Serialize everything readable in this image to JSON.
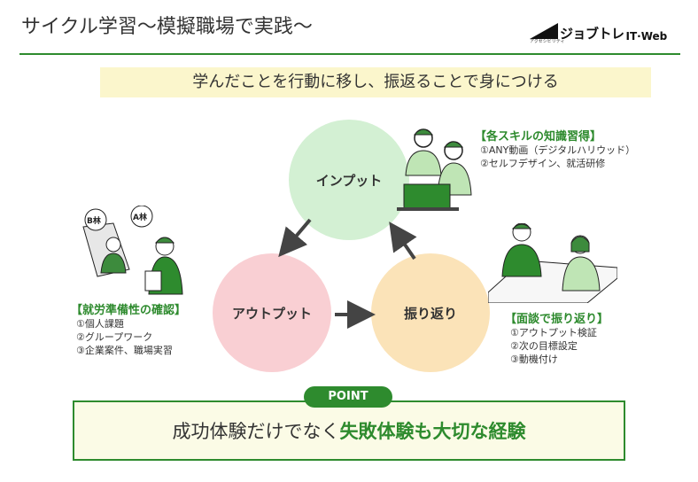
{
  "header": {
    "title": "サイクル学習〜模擬職場で実践〜",
    "logo_text": "ジョブトレ",
    "logo_suffix": "IT·Web",
    "logo_sub": "アクセシビリティ"
  },
  "banner": "学んだことを行動に移し、振返ることで身につける",
  "cycle": {
    "input": "インプット",
    "output": "アウトプット",
    "reflect": "振り返り"
  },
  "input_box": {
    "title": "【各スキルの知識習得】",
    "items": [
      "①ANY動画（デジタルハリウッド）",
      "②セルフデザイン、就活研修"
    ]
  },
  "output_box": {
    "title": "【就労準備性の確認】",
    "items": [
      "①個人課題",
      "②グループワーク",
      "③企業案件、職場実習"
    ]
  },
  "reflect_box": {
    "title": "【面談で振り返り】",
    "items": [
      "①アウトプット検証",
      "②次の目標設定",
      "③動機付け"
    ]
  },
  "illustration_labels": {
    "bubble_b": "B林",
    "bubble_a": "A林"
  },
  "point": {
    "badge": "POINT",
    "text_plain": "成功体験だけでなく",
    "text_emphasis": "失敗体験も大切な経験"
  },
  "colors": {
    "accent_green": "#2e8b2e",
    "input_circle": "#d3f0d3",
    "output_circle": "#f9cfd3",
    "reflect_circle": "#fbe3b8",
    "banner_bg": "#fbf6cc"
  }
}
